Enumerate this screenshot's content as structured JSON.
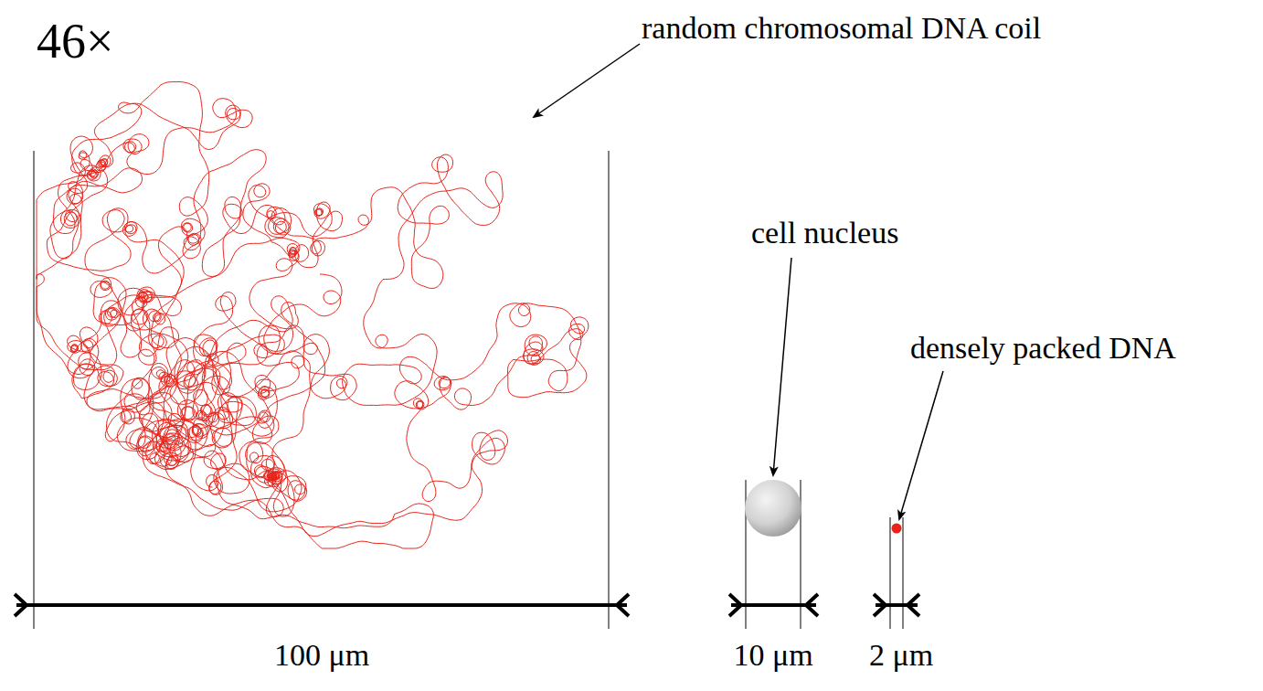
{
  "diagram": {
    "labels": [
      "46×",
      "random chromosomal DNA coil",
      "cell nucleus",
      "densely packed DNA",
      "100 μm",
      "10 μm",
      "2 μm"
    ]
  }
}
